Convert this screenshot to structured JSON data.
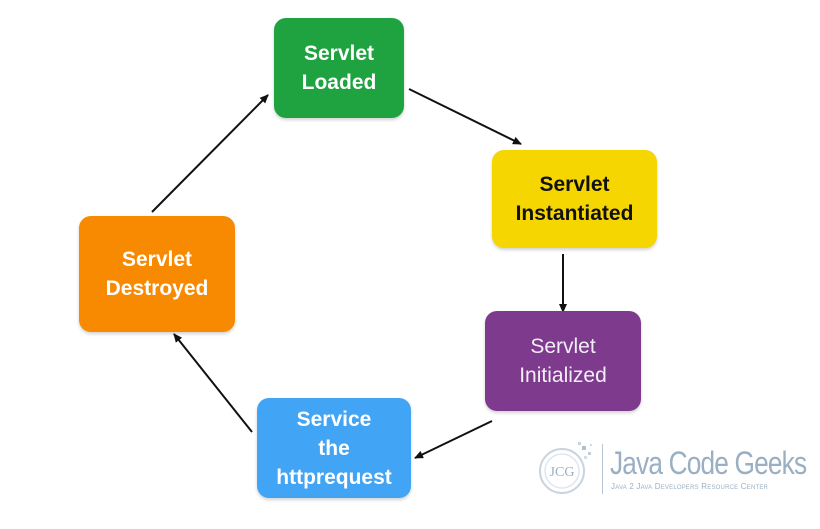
{
  "diagram": {
    "nodes": [
      {
        "id": "loaded",
        "lines": [
          "Servlet",
          "Loaded"
        ],
        "color": "#1fa340"
      },
      {
        "id": "instantiated",
        "lines": [
          "Servlet",
          "Instantiated"
        ],
        "color": "#f5d600"
      },
      {
        "id": "initialized",
        "lines": [
          "Servlet",
          "Initialized"
        ],
        "color": "#7e3b8e"
      },
      {
        "id": "service",
        "lines": [
          "Service",
          "the",
          "httprequest"
        ],
        "color": "#42a4f5"
      },
      {
        "id": "destroyed",
        "lines": [
          "Servlet",
          "Destroyed"
        ],
        "color": "#f78a00"
      }
    ],
    "edges": [
      {
        "from": "loaded",
        "to": "instantiated"
      },
      {
        "from": "instantiated",
        "to": "initialized"
      },
      {
        "from": "initialized",
        "to": "service"
      },
      {
        "from": "service",
        "to": "destroyed"
      },
      {
        "from": "destroyed",
        "to": "loaded"
      }
    ]
  },
  "watermark": {
    "logo_initials": "JCG",
    "title": "Java Code Geeks",
    "subtitle": "Java 2 Java Developers Resource Center",
    "icon": "jcg-logo-icon"
  }
}
